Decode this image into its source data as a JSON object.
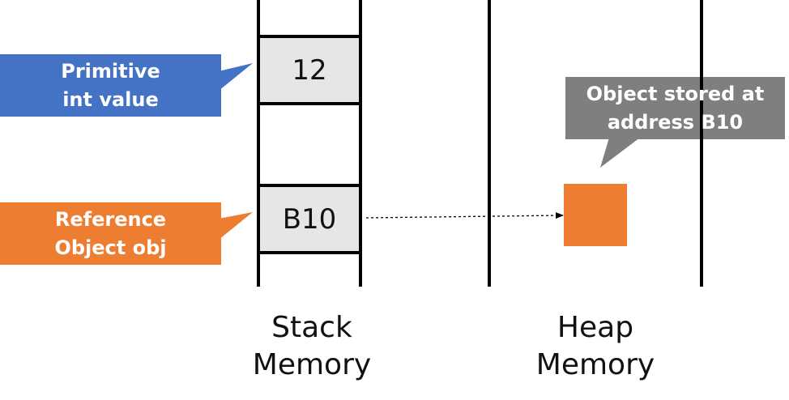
{
  "callouts": {
    "primitive": {
      "line1": "Primitive",
      "line2": "int value",
      "color": "#4472c4"
    },
    "reference": {
      "line1": "Reference",
      "line2": "Object obj",
      "color": "#ed7d31"
    },
    "heap_object": {
      "line1": "Object stored at",
      "line2": "address B10",
      "color": "#7f7f7f"
    }
  },
  "stack": {
    "cells": [
      {
        "value": "12"
      },
      {
        "value": "B10"
      }
    ],
    "cell_color": "#e7e6e6"
  },
  "heap": {
    "object_color": "#ed7d31"
  },
  "captions": {
    "stack": {
      "line1": "Stack",
      "line2": "Memory"
    },
    "heap": {
      "line1": "Heap",
      "line2": "Memory"
    }
  }
}
